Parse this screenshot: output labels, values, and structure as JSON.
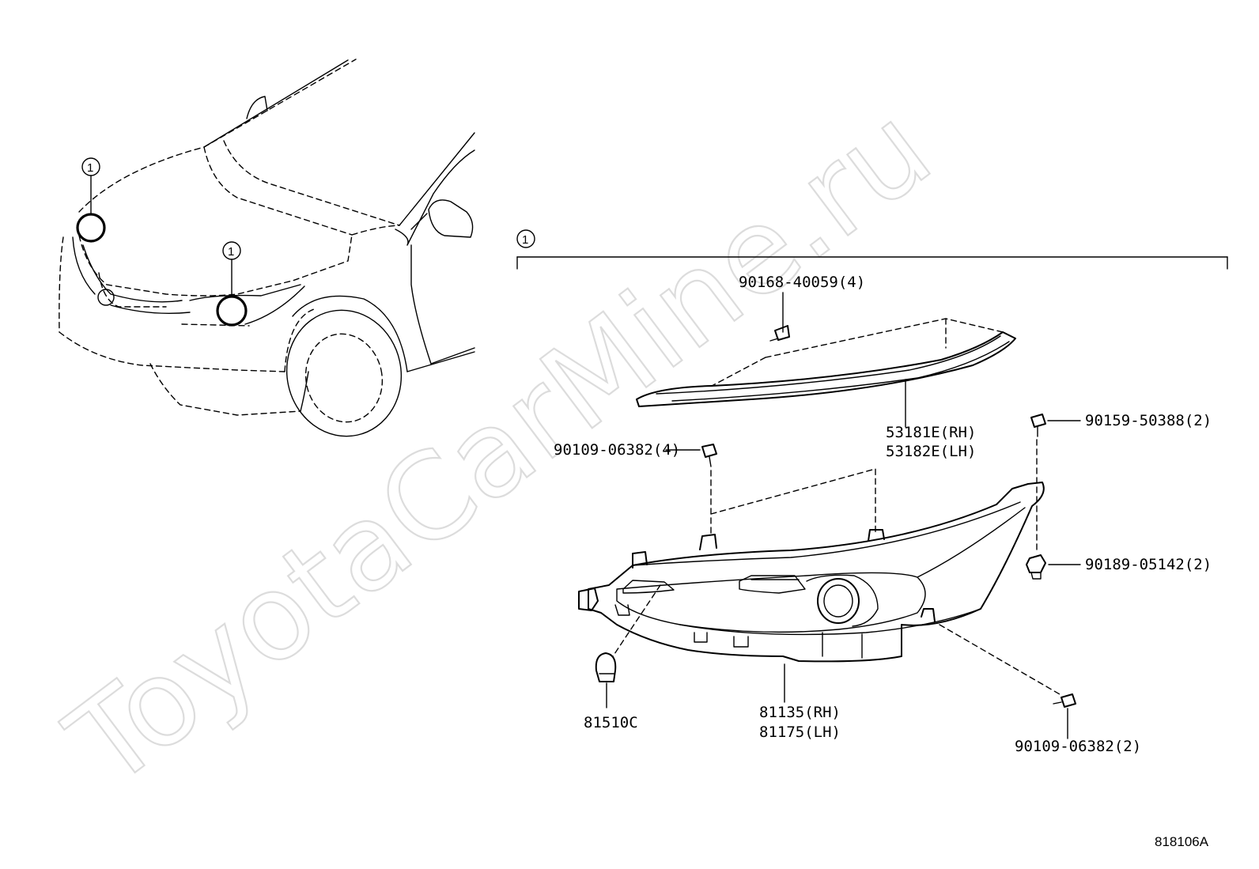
{
  "watermark": "ToyotaCarMine.ru",
  "callout": "1",
  "diagram_code": "818106A",
  "parts": {
    "screw_top": "90168-40059(4)",
    "cover_rh": "53181E(RH)",
    "cover_lh": "53182E(LH)",
    "screw_left": "90109-06382(4)",
    "screw_right_top": "90159-50388(2)",
    "nut_right": "90189-05142(2)",
    "screw_bottom": "90109-06382(2)",
    "bulb": "81510C",
    "lamp_rh": "81135(RH)",
    "lamp_lh": "81175(LH)"
  }
}
